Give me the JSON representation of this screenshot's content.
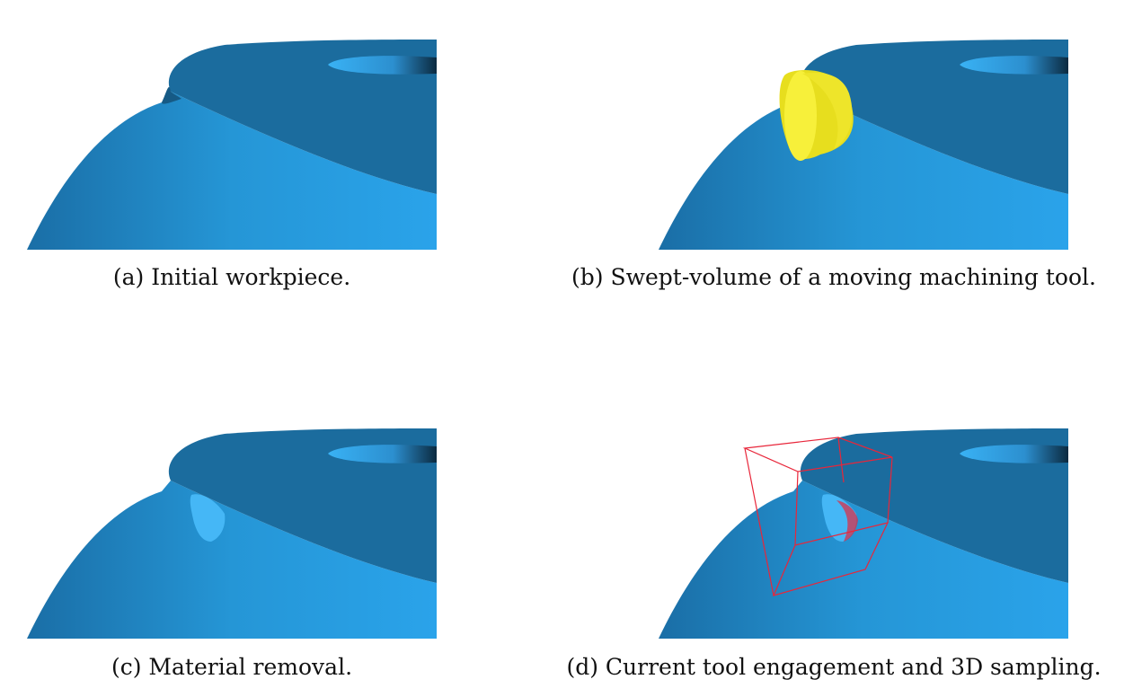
{
  "figure": {
    "subfigures": [
      {
        "id": "a",
        "caption": "(a) Initial workpiece."
      },
      {
        "id": "b",
        "caption": "(b) Swept-volume of a moving machining tool."
      },
      {
        "id": "c",
        "caption": "(c) Material removal."
      },
      {
        "id": "d",
        "caption": "(d) Current tool engagement and 3D sampling."
      }
    ],
    "colors": {
      "workpiece_top": "#1b6c9e",
      "workpiece_side": "#2399dc",
      "hole": "#33aaf0",
      "tool": "#f7f03a",
      "sampling_box": "#e8263a"
    }
  }
}
